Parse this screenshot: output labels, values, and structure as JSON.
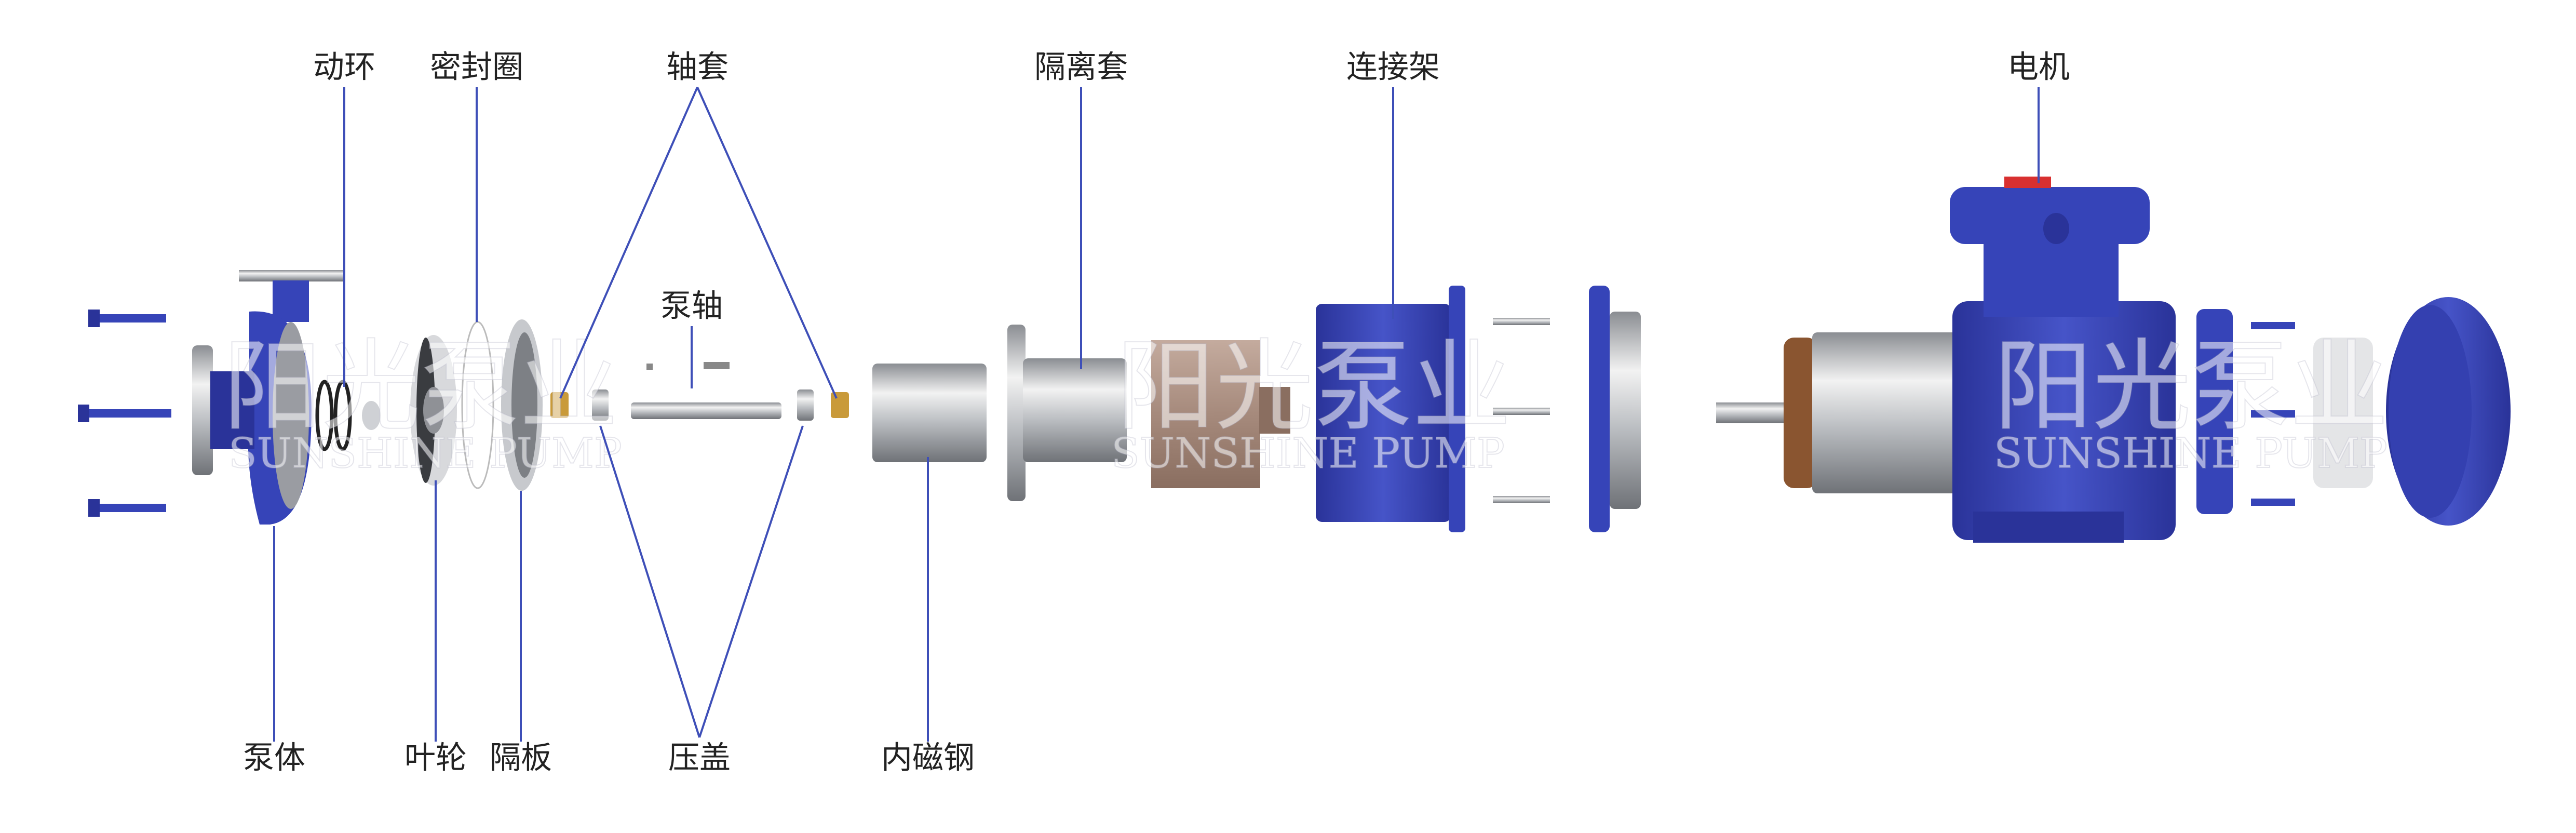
{
  "title": "磁力泵爆炸图",
  "labels_top": {
    "moving_ring": "动环",
    "seal_ring": "密封圈",
    "shaft_sleeve": "轴套",
    "pump_shaft": "泵轴",
    "isolation_sleeve": "隔离套",
    "connecting_frame": "连接架",
    "motor": "电机"
  },
  "labels_bottom": {
    "pump_body": "泵体",
    "impeller": "叶轮",
    "partition": "隔板",
    "gland": "压盖",
    "inner_magnet": "内磁钢"
  },
  "watermark": {
    "cn": "阳光泵业",
    "en": "SUNSHINE PUMP"
  },
  "colors": {
    "leader_line": "#3e4fb8",
    "pump_blue": "#3644b8",
    "brass": "#c99a3a",
    "rotor_brown": "#a68a7c"
  }
}
